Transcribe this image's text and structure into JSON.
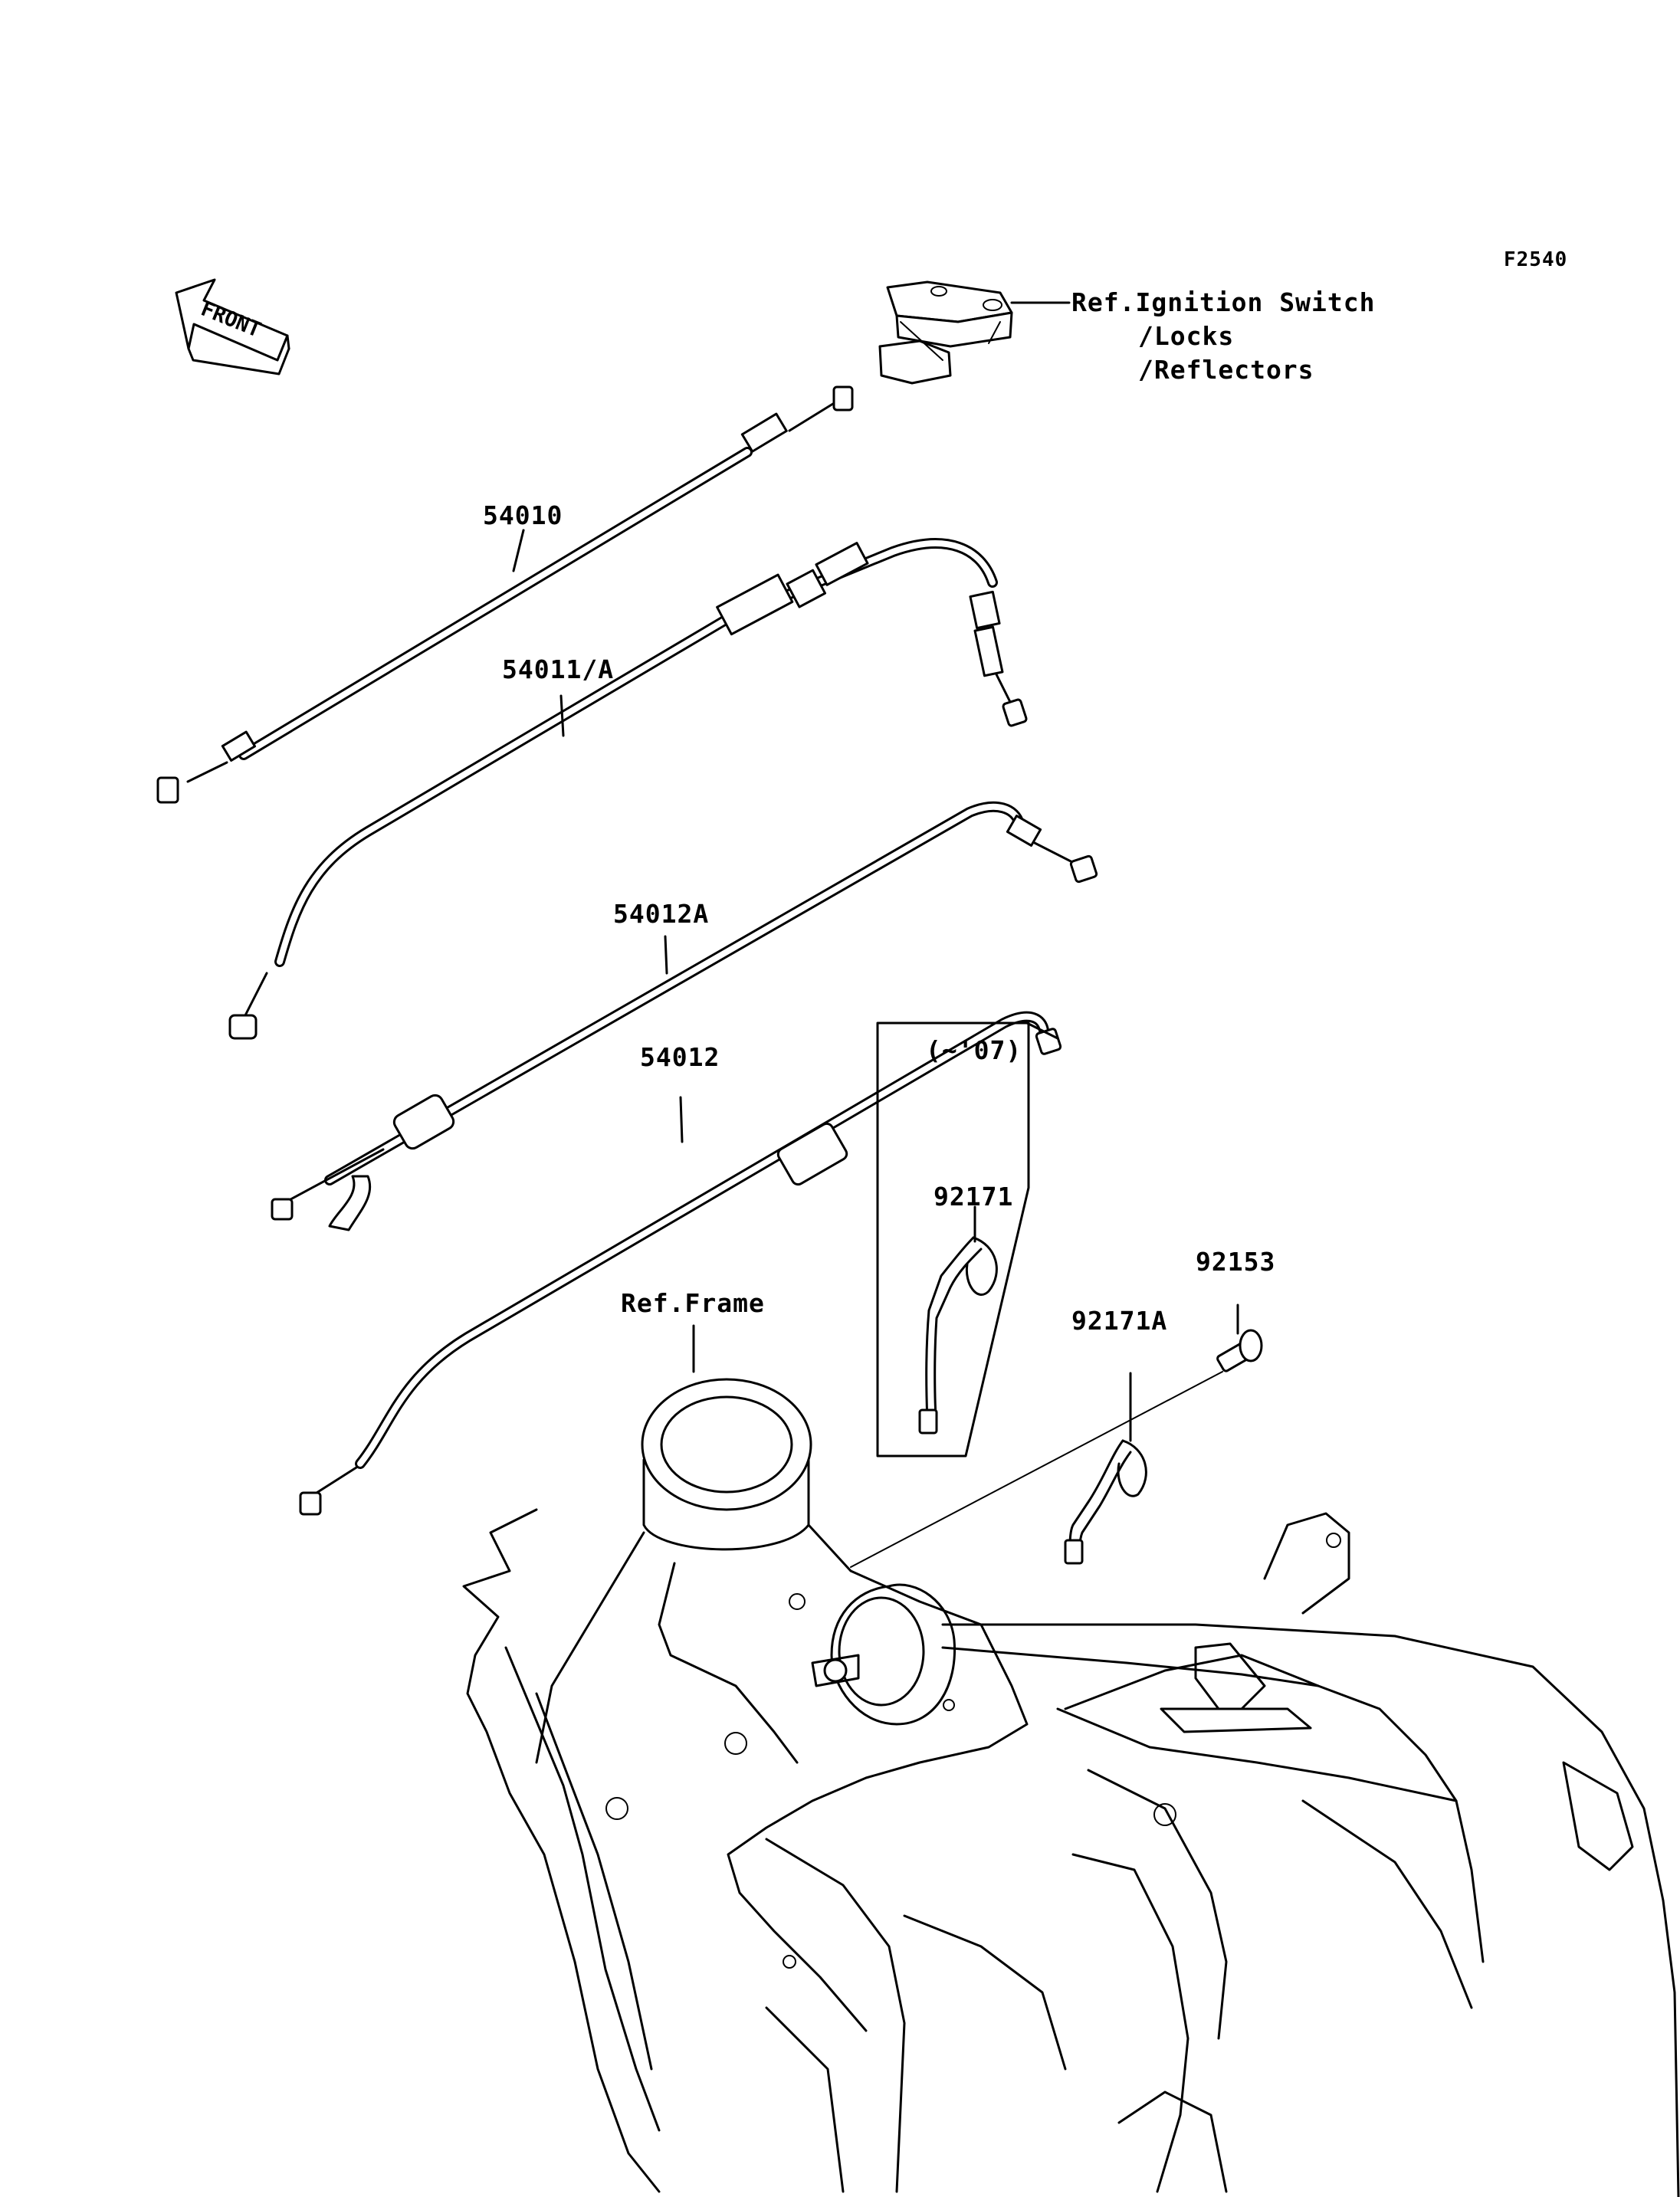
{
  "figure_code": "F2540",
  "front_arrow": {
    "label": "FRONT",
    "icon": "front-direction-arrow-icon"
  },
  "callouts": {
    "ignition_ref": {
      "line1": "Ref.Ignition Switch",
      "line2": "/Locks",
      "line3": "/Reflectors"
    },
    "part_54010": "54010",
    "part_54011A": "54011/A",
    "part_54012A": "54012A",
    "part_54012": "54012",
    "inset_range": "(~'07)",
    "part_92171": "92171",
    "part_92171A": "92171A",
    "part_92153": "92153",
    "frame_ref": "Ref.Frame"
  }
}
